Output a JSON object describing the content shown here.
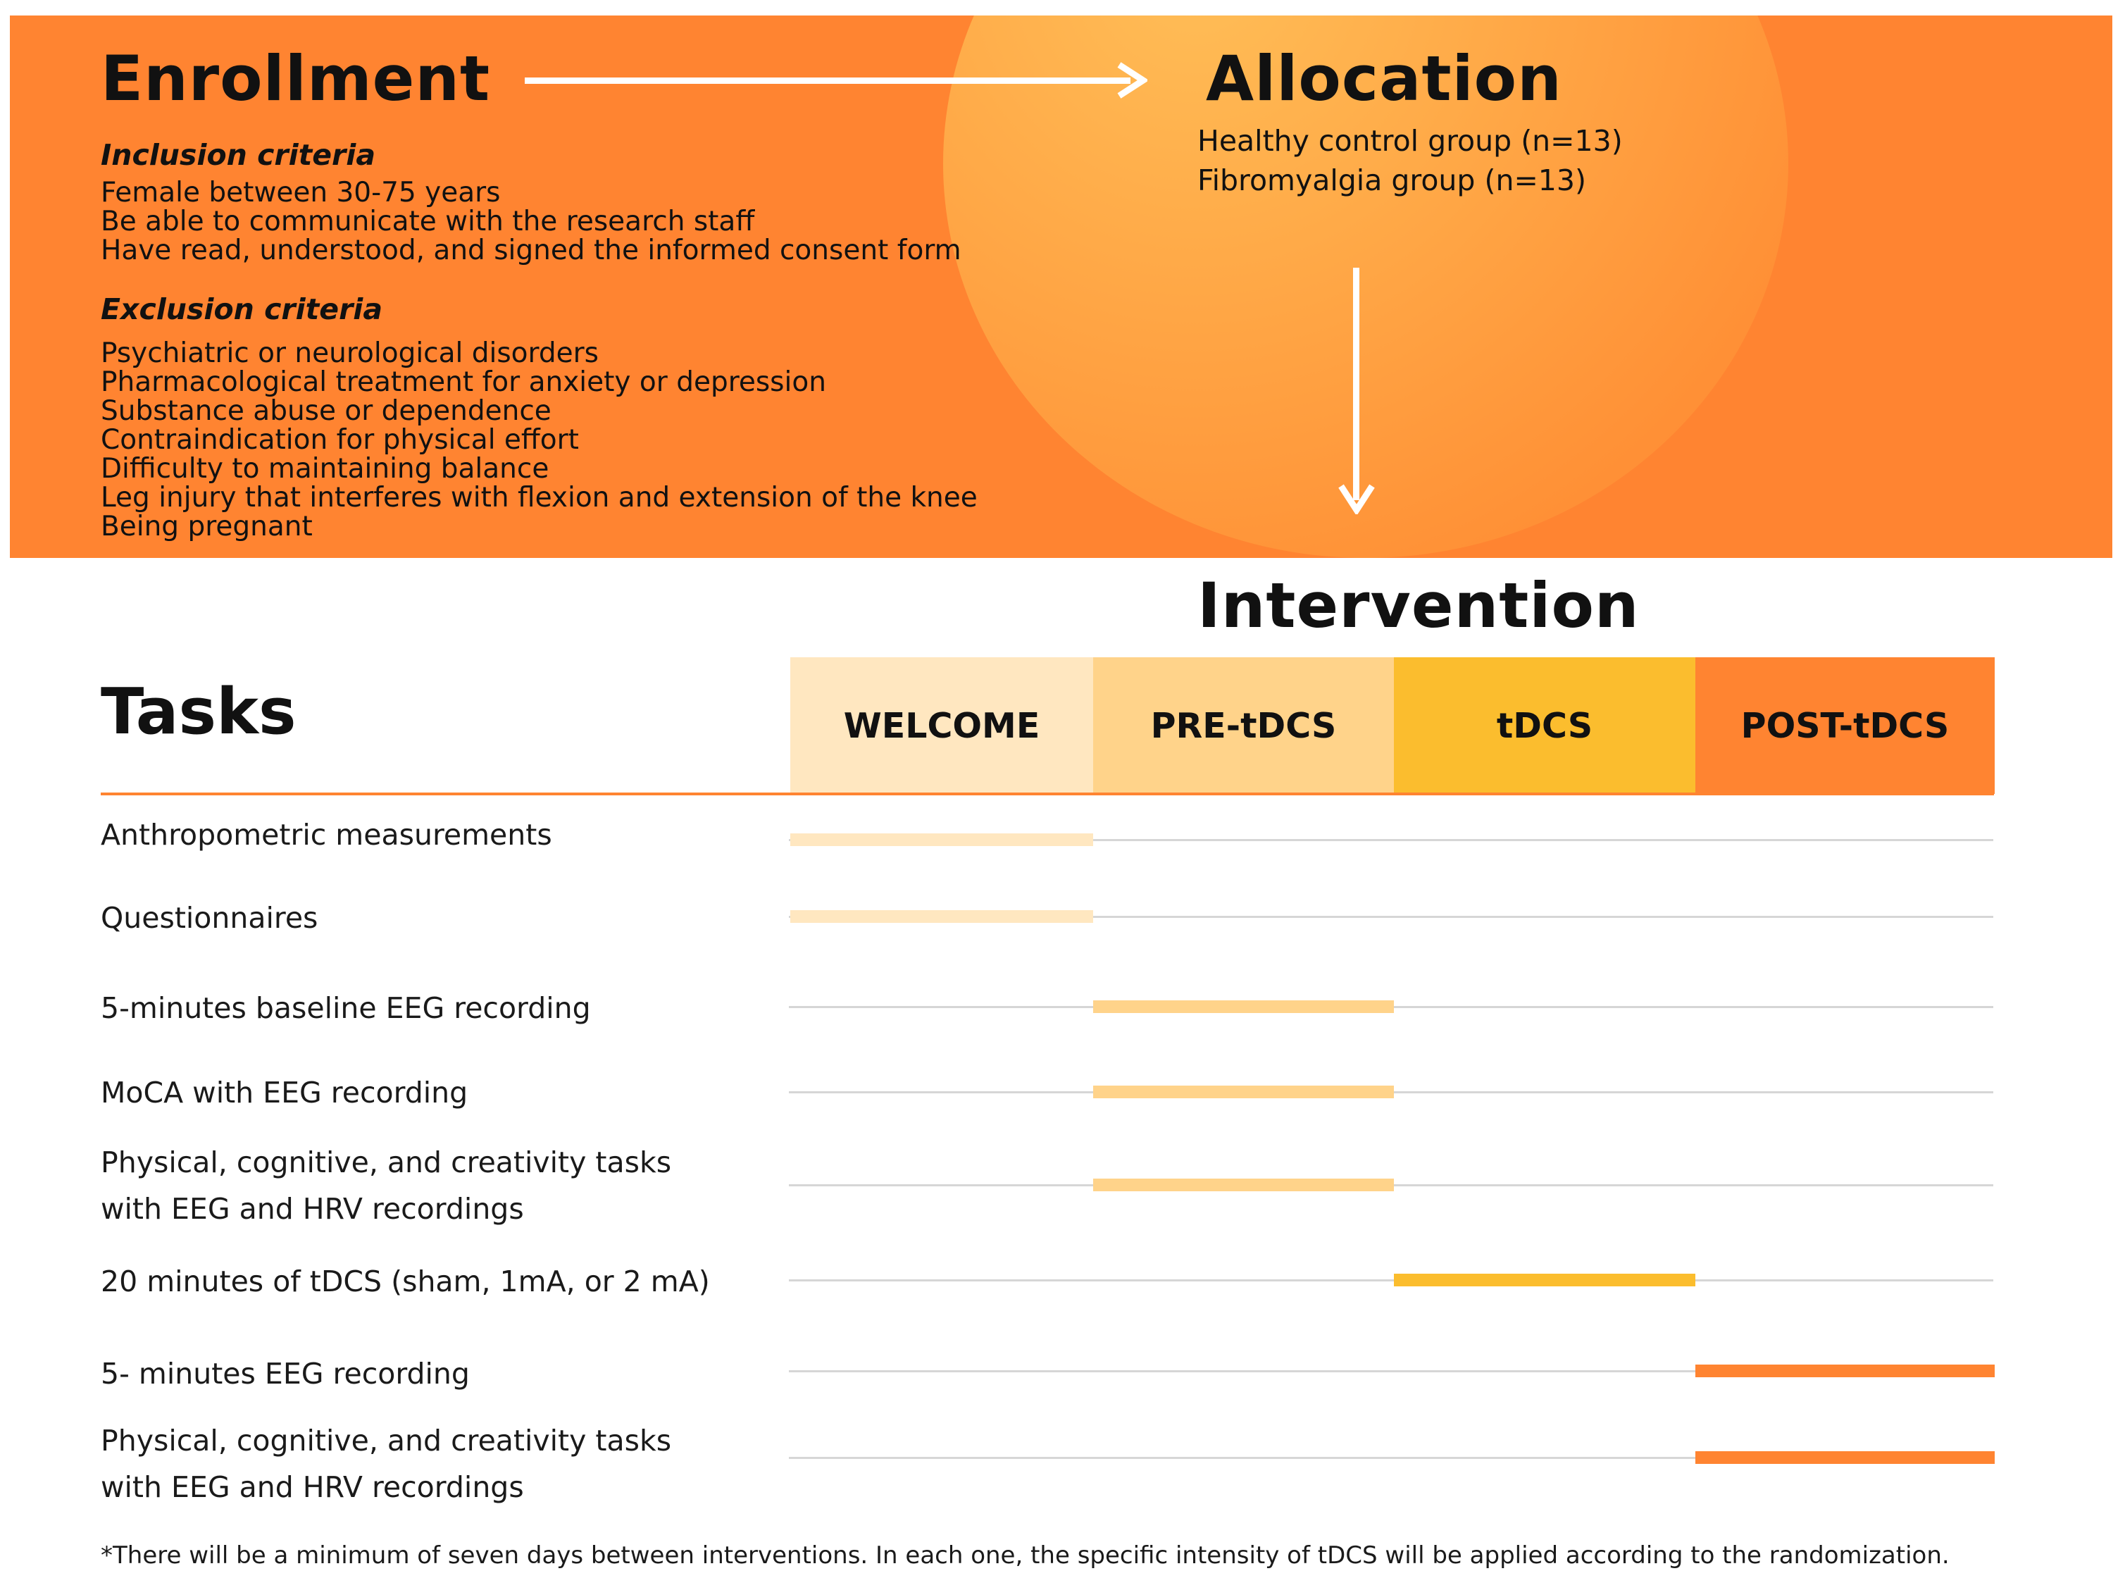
{
  "enrollment": {
    "title": "Enrollment",
    "inclusion_heading": "Inclusion criteria",
    "inclusion_items": [
      "Female between 30-75 years",
      "Be able to communicate with the research staff",
      "Have read, understood, and signed the informed consent form"
    ],
    "exclusion_heading": "Exclusion criteria",
    "exclusion_items": [
      "Psychiatric or neurological disorders",
      "Pharmacological treatment for anxiety or depression",
      "Substance abuse or dependence",
      "Contraindication for physical effort",
      "Difficulty to maintaining balance",
      "Leg injury that interferes with flexion and extension of the knee",
      "Being pregnant"
    ]
  },
  "allocation": {
    "title": "Allocation",
    "groups": [
      "Healthy control group (n=13)",
      "Fibromyalgia group (n=13)"
    ]
  },
  "intervention": {
    "title": "Intervention",
    "phases": [
      {
        "label": "WELCOME",
        "color": "#ffe7c0"
      },
      {
        "label": "PRE-tDCS",
        "color": "#ffd38a"
      },
      {
        "label": "tDCS",
        "color": "#fbbd2e"
      },
      {
        "label": "POST-tDCS",
        "color": "#ff8431"
      }
    ]
  },
  "tasks": {
    "title": "Tasks",
    "items": [
      {
        "label": "Anthropometric measurements",
        "phase": 0
      },
      {
        "label": "Questionnaires",
        "phase": 0
      },
      {
        "label": "5-minutes baseline EEG recording",
        "phase": 1
      },
      {
        "label": "MoCA with EEG recording",
        "phase": 1
      },
      {
        "label": "Physical, cognitive, and creativity tasks\nwith EEG and HRV recordings",
        "phase": 1
      },
      {
        "label": "20 minutes of tDCS (sham, 1mA, or 2 mA)",
        "phase": 2
      },
      {
        "label": "5- minutes EEG recording",
        "phase": 3
      },
      {
        "label": "Physical, cognitive, and creativity tasks\nwith EEG and HRV recordings",
        "phase": 3
      }
    ]
  },
  "footnote": "*There will be a minimum of seven days between interventions. In each one, the specific intensity of tDCS will be applied according to the randomization.",
  "colors": {
    "panel": "#ff8431",
    "arrow": "#ffffff",
    "track": "#d6d6d6",
    "welcome_bar": "#ffe7c0",
    "pre_bar": "#ffd38a",
    "tdcs_bar": "#fbbd2e",
    "post_bar": "#ff8431"
  }
}
